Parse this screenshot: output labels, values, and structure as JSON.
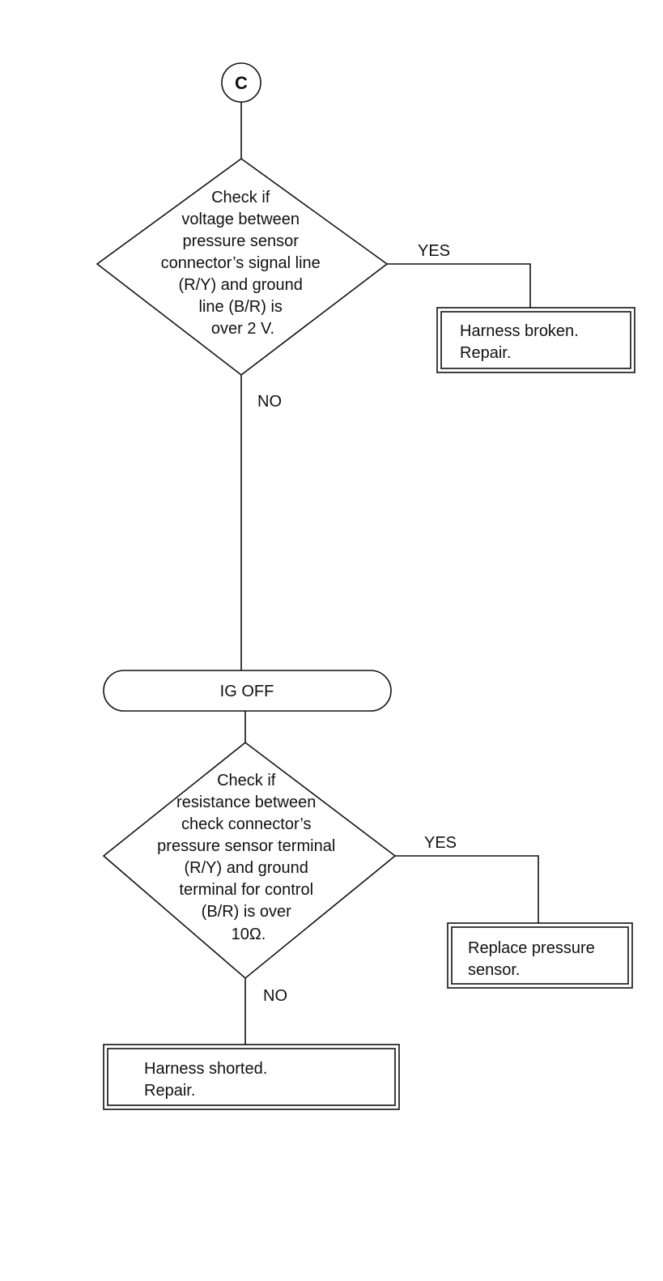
{
  "connector": {
    "label": "C"
  },
  "decision1": {
    "lines": [
      "Check if",
      "voltage between",
      "pressure sensor",
      "connector’s signal line",
      "(R/Y) and ground",
      "line (B/R) is",
      "over 2 V."
    ],
    "yes_label": "YES",
    "no_label": "NO"
  },
  "result_yes1": {
    "lines": [
      "Harness broken.",
      "Repair."
    ]
  },
  "step_ig_off": {
    "label": "IG OFF"
  },
  "decision2": {
    "lines": [
      "Check if",
      "resistance between",
      "check connector’s",
      "pressure sensor terminal",
      "(R/Y) and ground",
      "terminal for control",
      "(B/R) is over",
      "10Ω."
    ],
    "yes_label": "YES",
    "no_label": "NO"
  },
  "result_yes2": {
    "lines": [
      "Replace pressure",
      "sensor."
    ]
  },
  "result_no2": {
    "lines": [
      "Harness shorted.",
      "Repair."
    ]
  }
}
